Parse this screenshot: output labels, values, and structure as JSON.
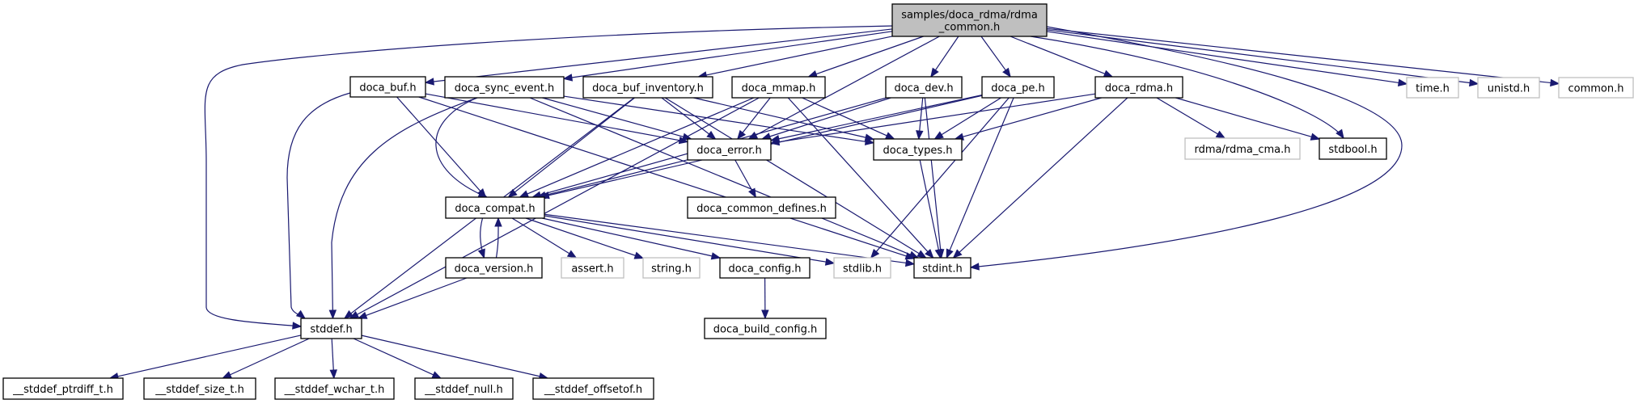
{
  "graph": {
    "title": "Include dependency graph for rdma_common.h",
    "edge_color": "#191970",
    "root_fill": "#bfbfbf",
    "nodes": [
      {
        "id": "root",
        "label": [
          "samples/doca_rdma/rdma",
          "_common.h"
        ],
        "kind": "root"
      },
      {
        "id": "doca_buf",
        "label": [
          "doca_buf.h"
        ],
        "kind": "loc"
      },
      {
        "id": "doca_sync_event",
        "label": [
          "doca_sync_event.h"
        ],
        "kind": "loc"
      },
      {
        "id": "doca_buf_inventory",
        "label": [
          "doca_buf_inventory.h"
        ],
        "kind": "loc"
      },
      {
        "id": "doca_mmap",
        "label": [
          "doca_mmap.h"
        ],
        "kind": "loc"
      },
      {
        "id": "doca_dev",
        "label": [
          "doca_dev.h"
        ],
        "kind": "loc"
      },
      {
        "id": "doca_pe",
        "label": [
          "doca_pe.h"
        ],
        "kind": "loc"
      },
      {
        "id": "doca_rdma",
        "label": [
          "doca_rdma.h"
        ],
        "kind": "loc"
      },
      {
        "id": "time",
        "label": [
          "time.h"
        ],
        "kind": "sys"
      },
      {
        "id": "unistd",
        "label": [
          "unistd.h"
        ],
        "kind": "sys"
      },
      {
        "id": "common",
        "label": [
          "common.h"
        ],
        "kind": "sys"
      },
      {
        "id": "doca_error",
        "label": [
          "doca_error.h"
        ],
        "kind": "loc"
      },
      {
        "id": "doca_types",
        "label": [
          "doca_types.h"
        ],
        "kind": "loc"
      },
      {
        "id": "rdma_cma",
        "label": [
          "rdma/rdma_cma.h"
        ],
        "kind": "sys"
      },
      {
        "id": "stdbool",
        "label": [
          "stdbool.h"
        ],
        "kind": "loc"
      },
      {
        "id": "doca_compat",
        "label": [
          "doca_compat.h"
        ],
        "kind": "loc"
      },
      {
        "id": "doca_common_defines",
        "label": [
          "doca_common_defines.h"
        ],
        "kind": "loc"
      },
      {
        "id": "doca_version",
        "label": [
          "doca_version.h"
        ],
        "kind": "loc"
      },
      {
        "id": "assert",
        "label": [
          "assert.h"
        ],
        "kind": "sys"
      },
      {
        "id": "string",
        "label": [
          "string.h"
        ],
        "kind": "sys"
      },
      {
        "id": "doca_config",
        "label": [
          "doca_config.h"
        ],
        "kind": "loc"
      },
      {
        "id": "stdlib",
        "label": [
          "stdlib.h"
        ],
        "kind": "sys"
      },
      {
        "id": "stdint",
        "label": [
          "stdint.h"
        ],
        "kind": "loc"
      },
      {
        "id": "stddef",
        "label": [
          "stddef.h"
        ],
        "kind": "loc"
      },
      {
        "id": "doca_build_config",
        "label": [
          "doca_build_config.h"
        ],
        "kind": "loc"
      },
      {
        "id": "stddef_ptrdiff",
        "label": [
          "__stddef_ptrdiff_t.h"
        ],
        "kind": "loc"
      },
      {
        "id": "stddef_size",
        "label": [
          "__stddef_size_t.h"
        ],
        "kind": "loc"
      },
      {
        "id": "stddef_wchar",
        "label": [
          "__stddef_wchar_t.h"
        ],
        "kind": "loc"
      },
      {
        "id": "stddef_null",
        "label": [
          "__stddef_null.h"
        ],
        "kind": "loc"
      },
      {
        "id": "stddef_offsetof",
        "label": [
          "__stddef_offsetof.h"
        ],
        "kind": "loc"
      }
    ],
    "edges": [
      [
        "root",
        "stddef"
      ],
      [
        "root",
        "doca_buf"
      ],
      [
        "root",
        "doca_sync_event"
      ],
      [
        "root",
        "doca_buf_inventory"
      ],
      [
        "root",
        "doca_mmap"
      ],
      [
        "root",
        "doca_error"
      ],
      [
        "root",
        "doca_dev"
      ],
      [
        "root",
        "doca_pe"
      ],
      [
        "root",
        "doca_rdma"
      ],
      [
        "root",
        "stdbool"
      ],
      [
        "root",
        "stdint"
      ],
      [
        "root",
        "time"
      ],
      [
        "root",
        "unistd"
      ],
      [
        "root",
        "common"
      ],
      [
        "doca_buf",
        "doca_compat"
      ],
      [
        "doca_buf",
        "doca_error"
      ],
      [
        "doca_buf",
        "stddef"
      ],
      [
        "doca_buf",
        "stdint"
      ],
      [
        "doca_sync_event",
        "doca_compat"
      ],
      [
        "doca_sync_event",
        "doca_error"
      ],
      [
        "doca_sync_event",
        "doca_types"
      ],
      [
        "doca_sync_event",
        "stddef"
      ],
      [
        "doca_sync_event",
        "stdint"
      ],
      [
        "doca_buf_inventory",
        "doca_compat"
      ],
      [
        "doca_buf_inventory",
        "doca_error"
      ],
      [
        "doca_buf_inventory",
        "doca_types"
      ],
      [
        "doca_buf_inventory",
        "stddef"
      ],
      [
        "doca_buf_inventory",
        "stdint"
      ],
      [
        "doca_mmap",
        "doca_compat"
      ],
      [
        "doca_mmap",
        "doca_error"
      ],
      [
        "doca_mmap",
        "doca_types"
      ],
      [
        "doca_mmap",
        "stddef"
      ],
      [
        "doca_mmap",
        "stdint"
      ],
      [
        "doca_dev",
        "doca_compat"
      ],
      [
        "doca_dev",
        "doca_error"
      ],
      [
        "doca_dev",
        "doca_types"
      ],
      [
        "doca_dev",
        "stdint"
      ],
      [
        "doca_pe",
        "doca_compat"
      ],
      [
        "doca_pe",
        "doca_error"
      ],
      [
        "doca_pe",
        "doca_types"
      ],
      [
        "doca_pe",
        "stdint"
      ],
      [
        "doca_pe",
        "stdlib"
      ],
      [
        "doca_rdma",
        "doca_error"
      ],
      [
        "doca_rdma",
        "doca_types"
      ],
      [
        "doca_rdma",
        "rdma_cma"
      ],
      [
        "doca_rdma",
        "stdbool"
      ],
      [
        "doca_rdma",
        "stdint"
      ],
      [
        "doca_error",
        "doca_compat"
      ],
      [
        "doca_error",
        "doca_common_defines"
      ],
      [
        "doca_types",
        "stdint"
      ],
      [
        "doca_compat",
        "doca_version"
      ],
      [
        "doca_compat",
        "assert"
      ],
      [
        "doca_compat",
        "string"
      ],
      [
        "doca_compat",
        "doca_config"
      ],
      [
        "doca_compat",
        "stdlib"
      ],
      [
        "doca_compat",
        "stdint"
      ],
      [
        "doca_version",
        "doca_compat"
      ],
      [
        "doca_version",
        "stddef"
      ],
      [
        "doca_config",
        "doca_build_config"
      ],
      [
        "stddef",
        "stddef_ptrdiff"
      ],
      [
        "stddef",
        "stddef_size"
      ],
      [
        "stddef",
        "stddef_wchar"
      ],
      [
        "stddef",
        "stddef_null"
      ],
      [
        "stddef",
        "stddef_offsetof"
      ]
    ]
  }
}
